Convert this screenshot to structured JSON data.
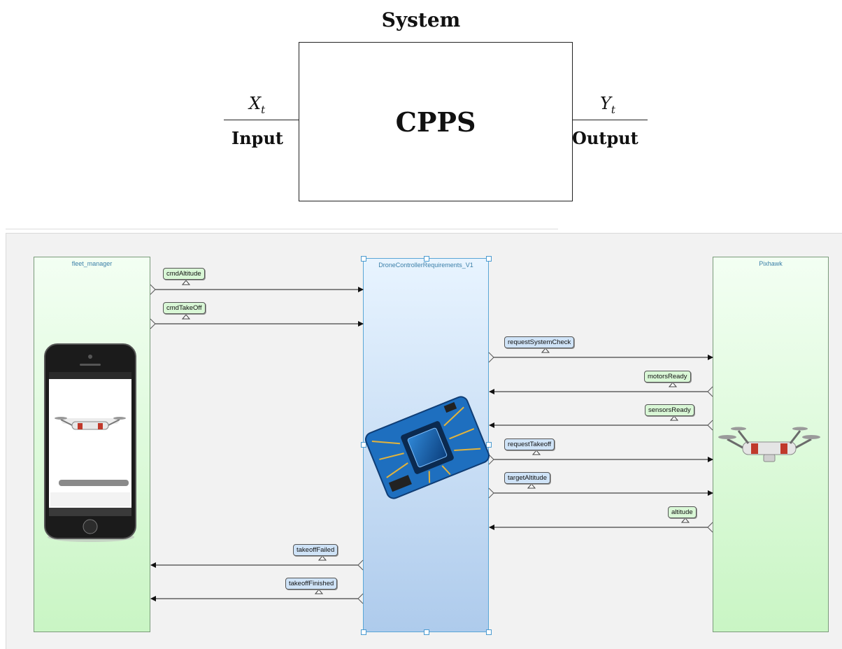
{
  "system_diagram": {
    "title": "System",
    "block_label": "CPPS",
    "input_var": "X",
    "input_sub": "t",
    "input_label": "Input",
    "output_var": "Y",
    "output_sub": "t",
    "output_label": "Output"
  },
  "model": {
    "blocks": {
      "left": "fleet_manager",
      "center": "DroneControllerRequirements_V1",
      "right": "Pixhawk"
    },
    "signals": {
      "cmd_altitude": "cmdAltitude",
      "cmd_takeoff": "cmdTakeOff",
      "request_system_check": "requestSystemCheck",
      "motors_ready": "motorsReady",
      "sensors_ready": "sensorsReady",
      "request_takeoff": "requestTakeoff",
      "target_altitude": "targetAltitude",
      "altitude": "altitude",
      "takeoff_failed": "takeoffFailed",
      "takeoff_finished": "takeoffFinished"
    },
    "colors": {
      "green_block": "#c9f5c4",
      "blue_block": "#aecbec",
      "green_signal": "#d9f7d6",
      "blue_signal": "#cfe3f7"
    }
  }
}
